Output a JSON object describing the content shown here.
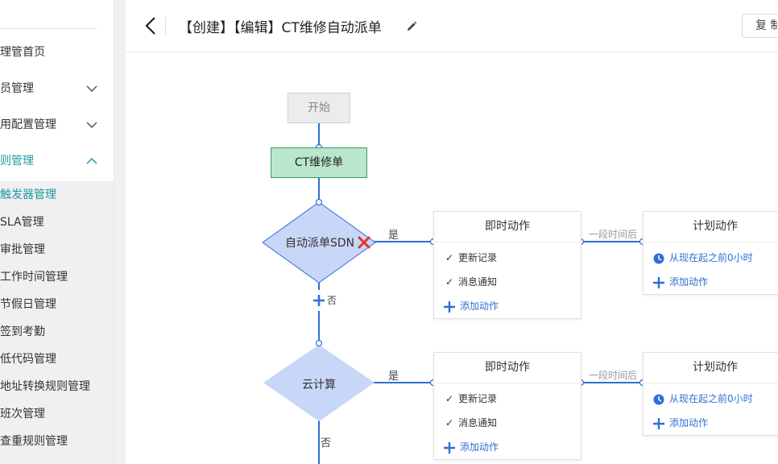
{
  "sidebar": {
    "items": [
      {
        "label": "理管首页",
        "has_chevron": false
      },
      {
        "label": "员管理",
        "has_chevron": true,
        "expanded": false
      },
      {
        "label": "用配置管理",
        "has_chevron": true,
        "expanded": false
      },
      {
        "label": "则管理",
        "has_chevron": true,
        "expanded": true,
        "active": true
      }
    ],
    "subitems": [
      {
        "label": "触发器管理",
        "active": true
      },
      {
        "label": "SLA管理"
      },
      {
        "label": "审批管理"
      },
      {
        "label": "工作时间管理"
      },
      {
        "label": "节假日管理"
      },
      {
        "label": "签到考勤"
      },
      {
        "label": "低代码管理"
      },
      {
        "label": "地址转换规则管理"
      },
      {
        "label": "班次管理"
      },
      {
        "label": "查重规则管理"
      }
    ]
  },
  "header": {
    "title": "【创建】【编辑】CT维修自动派单",
    "copy_button": "复 制"
  },
  "flow": {
    "start": "开始",
    "ct_node": "CT维修单",
    "decision1": "自动派单SDN",
    "decision2": "云计算",
    "yes_label": "是",
    "no_label": "否",
    "no_label_partial": "否",
    "delay_label": "一段时间后",
    "immediate_cards": [
      {
        "title": "即时动作",
        "rows": [
          "更新记录",
          "消息通知"
        ],
        "add": "添加动作"
      },
      {
        "title": "即时动作",
        "rows": [
          "更新记录",
          "消息通知"
        ],
        "add": "添加动作"
      }
    ],
    "plan_cards": [
      {
        "title": "计划动作",
        "schedule": "从现在起之前0小时",
        "add": "添加动作"
      },
      {
        "title": "计划动作",
        "schedule": "从现在起之前0小时",
        "add": "添加动作"
      }
    ]
  },
  "colors": {
    "accent": "#1e9aa0",
    "line": "#2f6fd6",
    "diamond_fill": "#c8d6f8",
    "ct_fill": "#b9e6cc"
  }
}
